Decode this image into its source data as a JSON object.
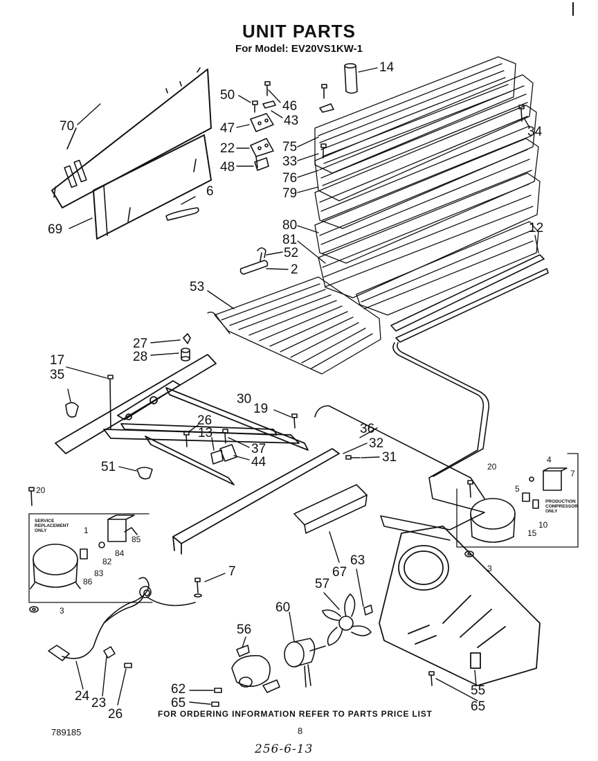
{
  "title": "UNIT PARTS",
  "subtitle": "For Model: EV20VS1KW-1",
  "inset_left": {
    "note": "SERVICE\nREPLACEMENT\nONLY",
    "labels": [
      "20",
      "1",
      "82",
      "83",
      "84",
      "85",
      "86",
      "3"
    ]
  },
  "inset_right": {
    "note": "PRODUCTION\nCOMPRESSOR\nONLY",
    "labels": [
      "20",
      "4",
      "7",
      "5",
      "15",
      "10",
      "3"
    ]
  },
  "callouts": [
    {
      "id": "c70",
      "text": "70"
    },
    {
      "id": "c69",
      "text": "69"
    },
    {
      "id": "c6",
      "text": "6"
    },
    {
      "id": "c50",
      "text": "50"
    },
    {
      "id": "c46",
      "text": "46"
    },
    {
      "id": "c47",
      "text": "47"
    },
    {
      "id": "c43",
      "text": "43"
    },
    {
      "id": "c22",
      "text": "22"
    },
    {
      "id": "c75",
      "text": "75"
    },
    {
      "id": "c48",
      "text": "48"
    },
    {
      "id": "c33",
      "text": "33"
    },
    {
      "id": "c76",
      "text": "76"
    },
    {
      "id": "c79",
      "text": "79"
    },
    {
      "id": "c14",
      "text": "14"
    },
    {
      "id": "c34",
      "text": "34"
    },
    {
      "id": "c80",
      "text": "80"
    },
    {
      "id": "c81",
      "text": "81"
    },
    {
      "id": "c12",
      "text": "12"
    },
    {
      "id": "c52",
      "text": "52"
    },
    {
      "id": "c2",
      "text": "2"
    },
    {
      "id": "c53",
      "text": "53"
    },
    {
      "id": "c27",
      "text": "27"
    },
    {
      "id": "c28",
      "text": "28"
    },
    {
      "id": "c17",
      "text": "17"
    },
    {
      "id": "c35",
      "text": "35"
    },
    {
      "id": "c30",
      "text": "30"
    },
    {
      "id": "c19",
      "text": "19"
    },
    {
      "id": "c26a",
      "text": "26"
    },
    {
      "id": "c13",
      "text": "13"
    },
    {
      "id": "c37",
      "text": "37"
    },
    {
      "id": "c44",
      "text": "44"
    },
    {
      "id": "c36",
      "text": "36"
    },
    {
      "id": "c32",
      "text": "32"
    },
    {
      "id": "c31",
      "text": "31"
    },
    {
      "id": "c51",
      "text": "51"
    },
    {
      "id": "c7",
      "text": "7"
    },
    {
      "id": "c67",
      "text": "67"
    },
    {
      "id": "c63",
      "text": "63"
    },
    {
      "id": "c57",
      "text": "57"
    },
    {
      "id": "c60",
      "text": "60"
    },
    {
      "id": "c56",
      "text": "56"
    },
    {
      "id": "c24",
      "text": "24"
    },
    {
      "id": "c23",
      "text": "23"
    },
    {
      "id": "c26b",
      "text": "26"
    },
    {
      "id": "c62",
      "text": "62"
    },
    {
      "id": "c65a",
      "text": "65"
    },
    {
      "id": "c55",
      "text": "55"
    },
    {
      "id": "c65b",
      "text": "65"
    }
  ],
  "footer_note": "FOR ORDERING INFORMATION REFER TO PARTS PRICE LIST",
  "document_number": "789185",
  "page_number": "8",
  "handwritten_note": "256-6-13"
}
